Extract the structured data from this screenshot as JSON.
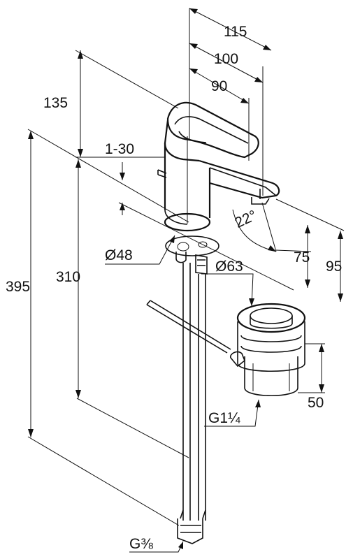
{
  "dimensions": {
    "width_115": "115",
    "width_100": "100",
    "width_90": "90",
    "height_135": "135",
    "pop_range": "1-30",
    "height_395": "395",
    "height_310": "310",
    "angle": "22°",
    "height_75": "75",
    "height_95": "95",
    "drain_height": "50"
  },
  "labels": {
    "base_diameter": "Ø48",
    "drain_diameter": "Ø63",
    "drain_thread": "G1¼",
    "hose_thread": "G⅜"
  }
}
